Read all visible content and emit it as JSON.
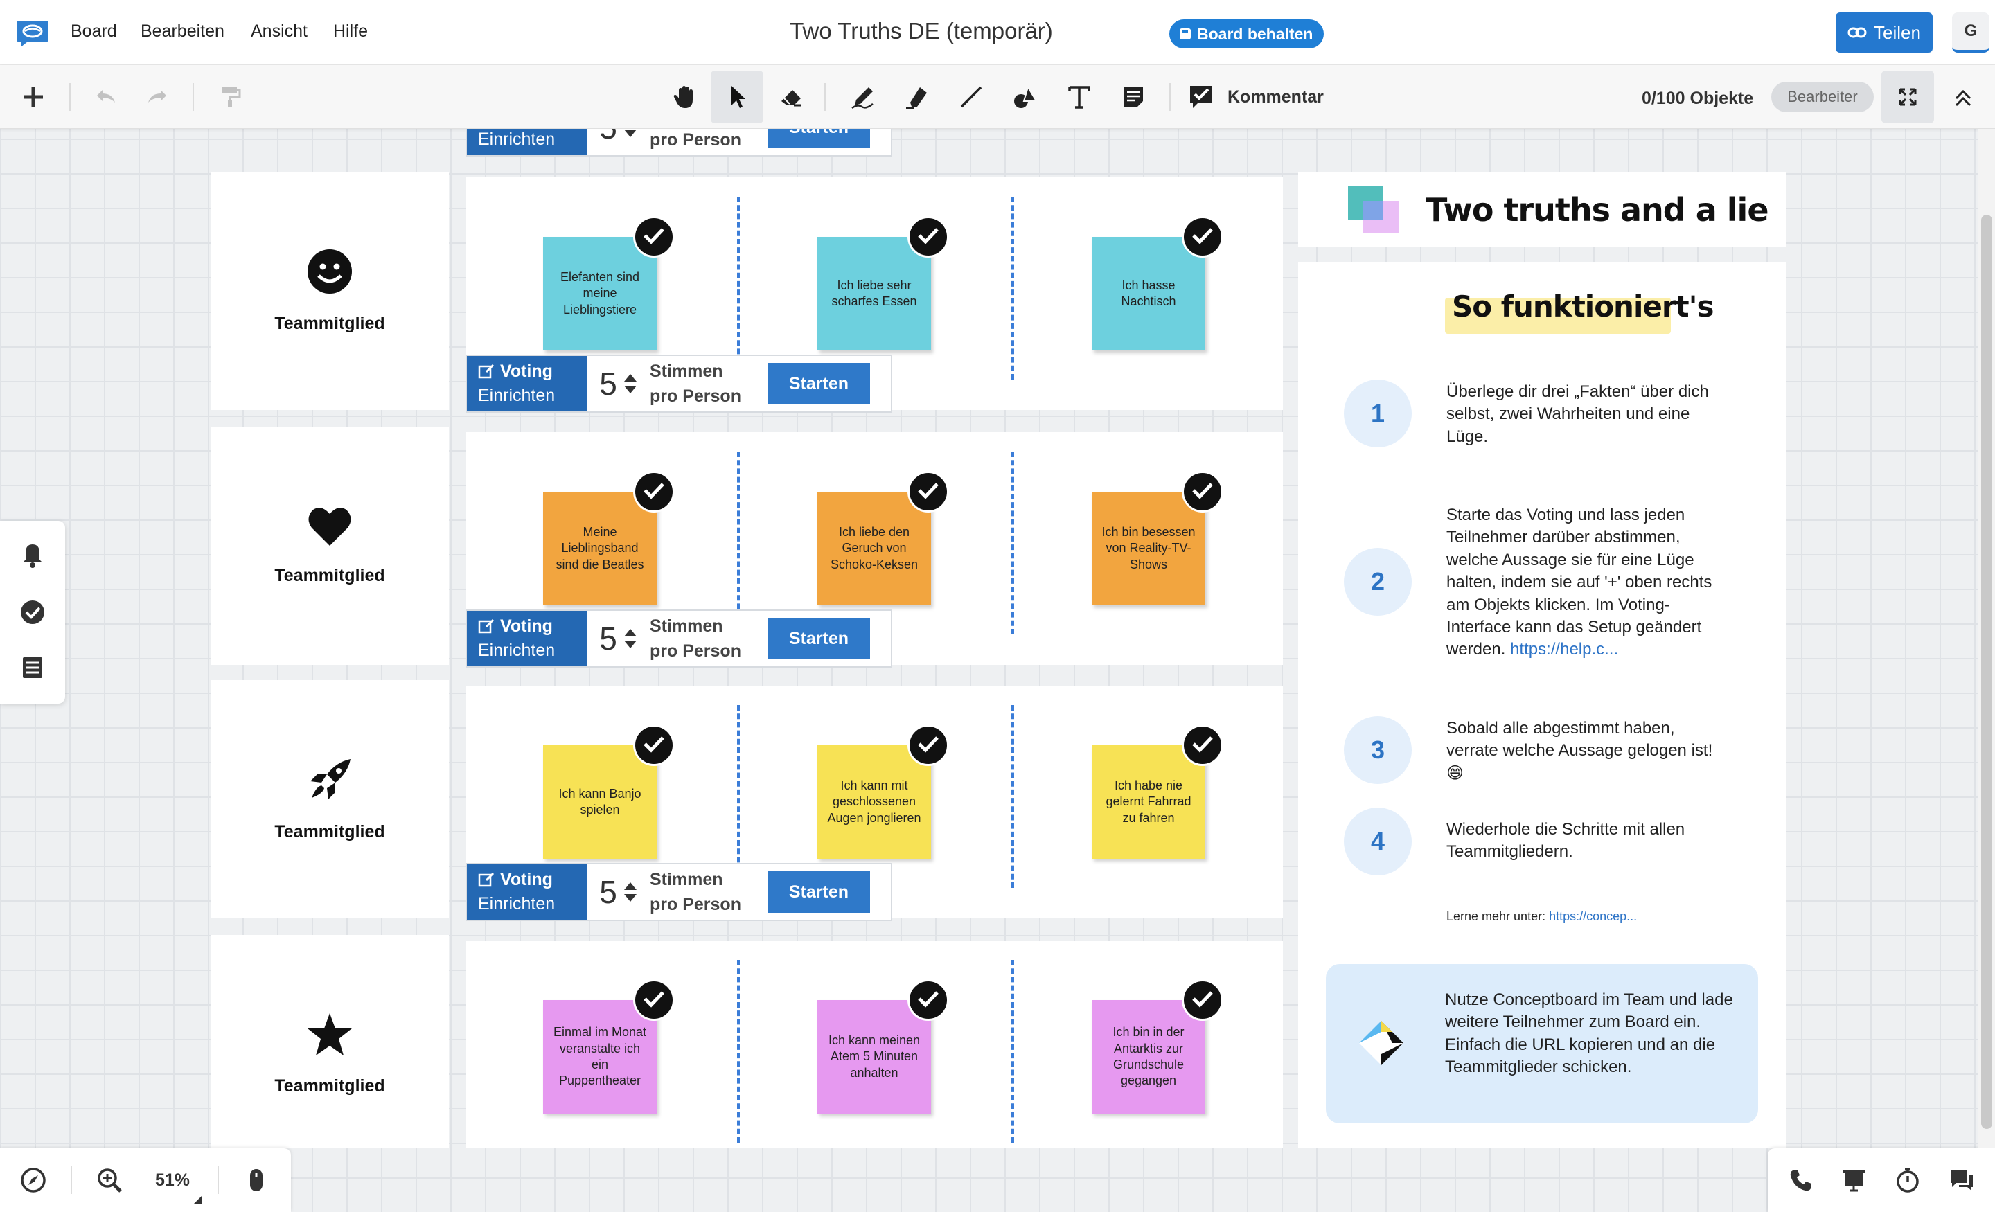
{
  "menubar": {
    "items": [
      "Board",
      "Bearbeiten",
      "Ansicht",
      "Hilfe"
    ],
    "title": "Two Truths DE (temporär)",
    "keep_button": "Board behalten",
    "share_button": "Teilen",
    "avatar": "G"
  },
  "toolbar": {
    "comment": "Kommentar",
    "objects": "0/100 Objekte",
    "role": "Bearbeiter"
  },
  "voting": {
    "label": "Voting",
    "setup": "Einrichten",
    "count": "5",
    "line1": "Stimmen",
    "line2": "pro Person",
    "start": "Starten"
  },
  "rows": [
    {
      "member": "Teammitglied",
      "icon": "smiley-icon",
      "color": "#6dd0de",
      "notes": [
        "Elefanten sind meine Lieblingstiere",
        "Ich liebe sehr scharfes Essen",
        "Ich hasse Nachtisch"
      ]
    },
    {
      "member": "Teammitglied",
      "icon": "heart-icon",
      "color": "#f2a53f",
      "notes": [
        "Meine Lieblingsband sind die Beatles",
        "Ich liebe den Geruch von Schoko-Keksen",
        "Ich bin besessen von Reality-TV-Shows"
      ]
    },
    {
      "member": "Teammitglied",
      "icon": "rocket-icon",
      "color": "#f7e255",
      "notes": [
        "Ich kann Banjo spielen",
        "Ich kann mit geschlossenen Augen jonglieren",
        "Ich habe nie gelernt Fahrrad zu fahren"
      ]
    },
    {
      "member": "Teammitglied",
      "icon": "star-icon",
      "color": "#e699f0",
      "notes": [
        "Einmal im Monat veranstalte ich ein Puppentheater",
        "Ich kann meinen Atem 5 Minuten anhalten",
        "Ich bin in der Antarktis zur Grundschule gegangen"
      ]
    }
  ],
  "panel": {
    "title": "Two truths and a lie",
    "howto": "So funktioniert's",
    "steps": [
      {
        "num": "1",
        "text": "Überlege dir drei „Fakten“ über dich selbst, zwei Wahrheiten und eine Lüge."
      },
      {
        "num": "2",
        "text": "Starte das Voting und lass jeden Teilnehmer darüber abstimmen, welche Aussage sie für eine Lüge halten, indem sie auf '+' oben rechts am Objekts klicken. Im Voting-Interface kann das Setup geändert werden. ",
        "link": "https://help.c..."
      },
      {
        "num": "3",
        "text": "Sobald alle abgestimmt haben, verrate welche Aussage gelogen ist! 😄"
      },
      {
        "num": "4",
        "text": "Wiederhole die Schritte mit allen Teammitgliedern."
      }
    ],
    "learn_more": "Lerne mehr unter: ",
    "learn_link": "https://concep...",
    "team_text": "Nutze Conceptboard im Team und lade weitere Teilnehmer zum Board ein. Einfach die URL kopieren und an die Teammitglieder schicken."
  },
  "bottom": {
    "zoom": "51%"
  },
  "colors": {
    "accent": "#2478cf",
    "voting_blue": "#2468b3",
    "divider": "#3b7dd8"
  }
}
